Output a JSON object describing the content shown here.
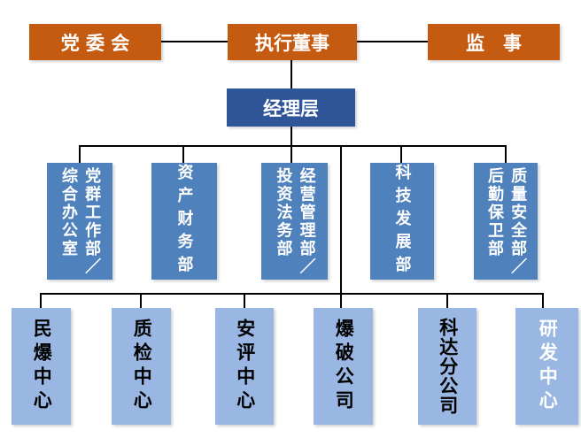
{
  "palette": {
    "orange": "#C55A11",
    "dark_blue": "#2E5597",
    "medium_blue": "#4F81BD",
    "light_blue": "#99B7E2",
    "line": "#000000",
    "text_dark": "#000000",
    "text_light": "#FFFFFF"
  },
  "top_row": [
    {
      "label": "党 委 会"
    },
    {
      "label": "执行董事"
    },
    {
      "label": "监　事"
    }
  ],
  "management": {
    "label": "经理层"
  },
  "departments": [
    {
      "label": "党群工作部／\n综合办公室"
    },
    {
      "label": "资产财务部"
    },
    {
      "label": "经营管理部／\n投资法务部"
    },
    {
      "label": "科技发展部"
    },
    {
      "label": "质量安全部／\n后勤保卫部"
    }
  ],
  "units": [
    {
      "label": "民爆中心"
    },
    {
      "label": "质检中心"
    },
    {
      "label": "安评中心"
    },
    {
      "label": "爆破公司"
    },
    {
      "label": "科达分公司"
    },
    {
      "label": "研发中心"
    }
  ]
}
